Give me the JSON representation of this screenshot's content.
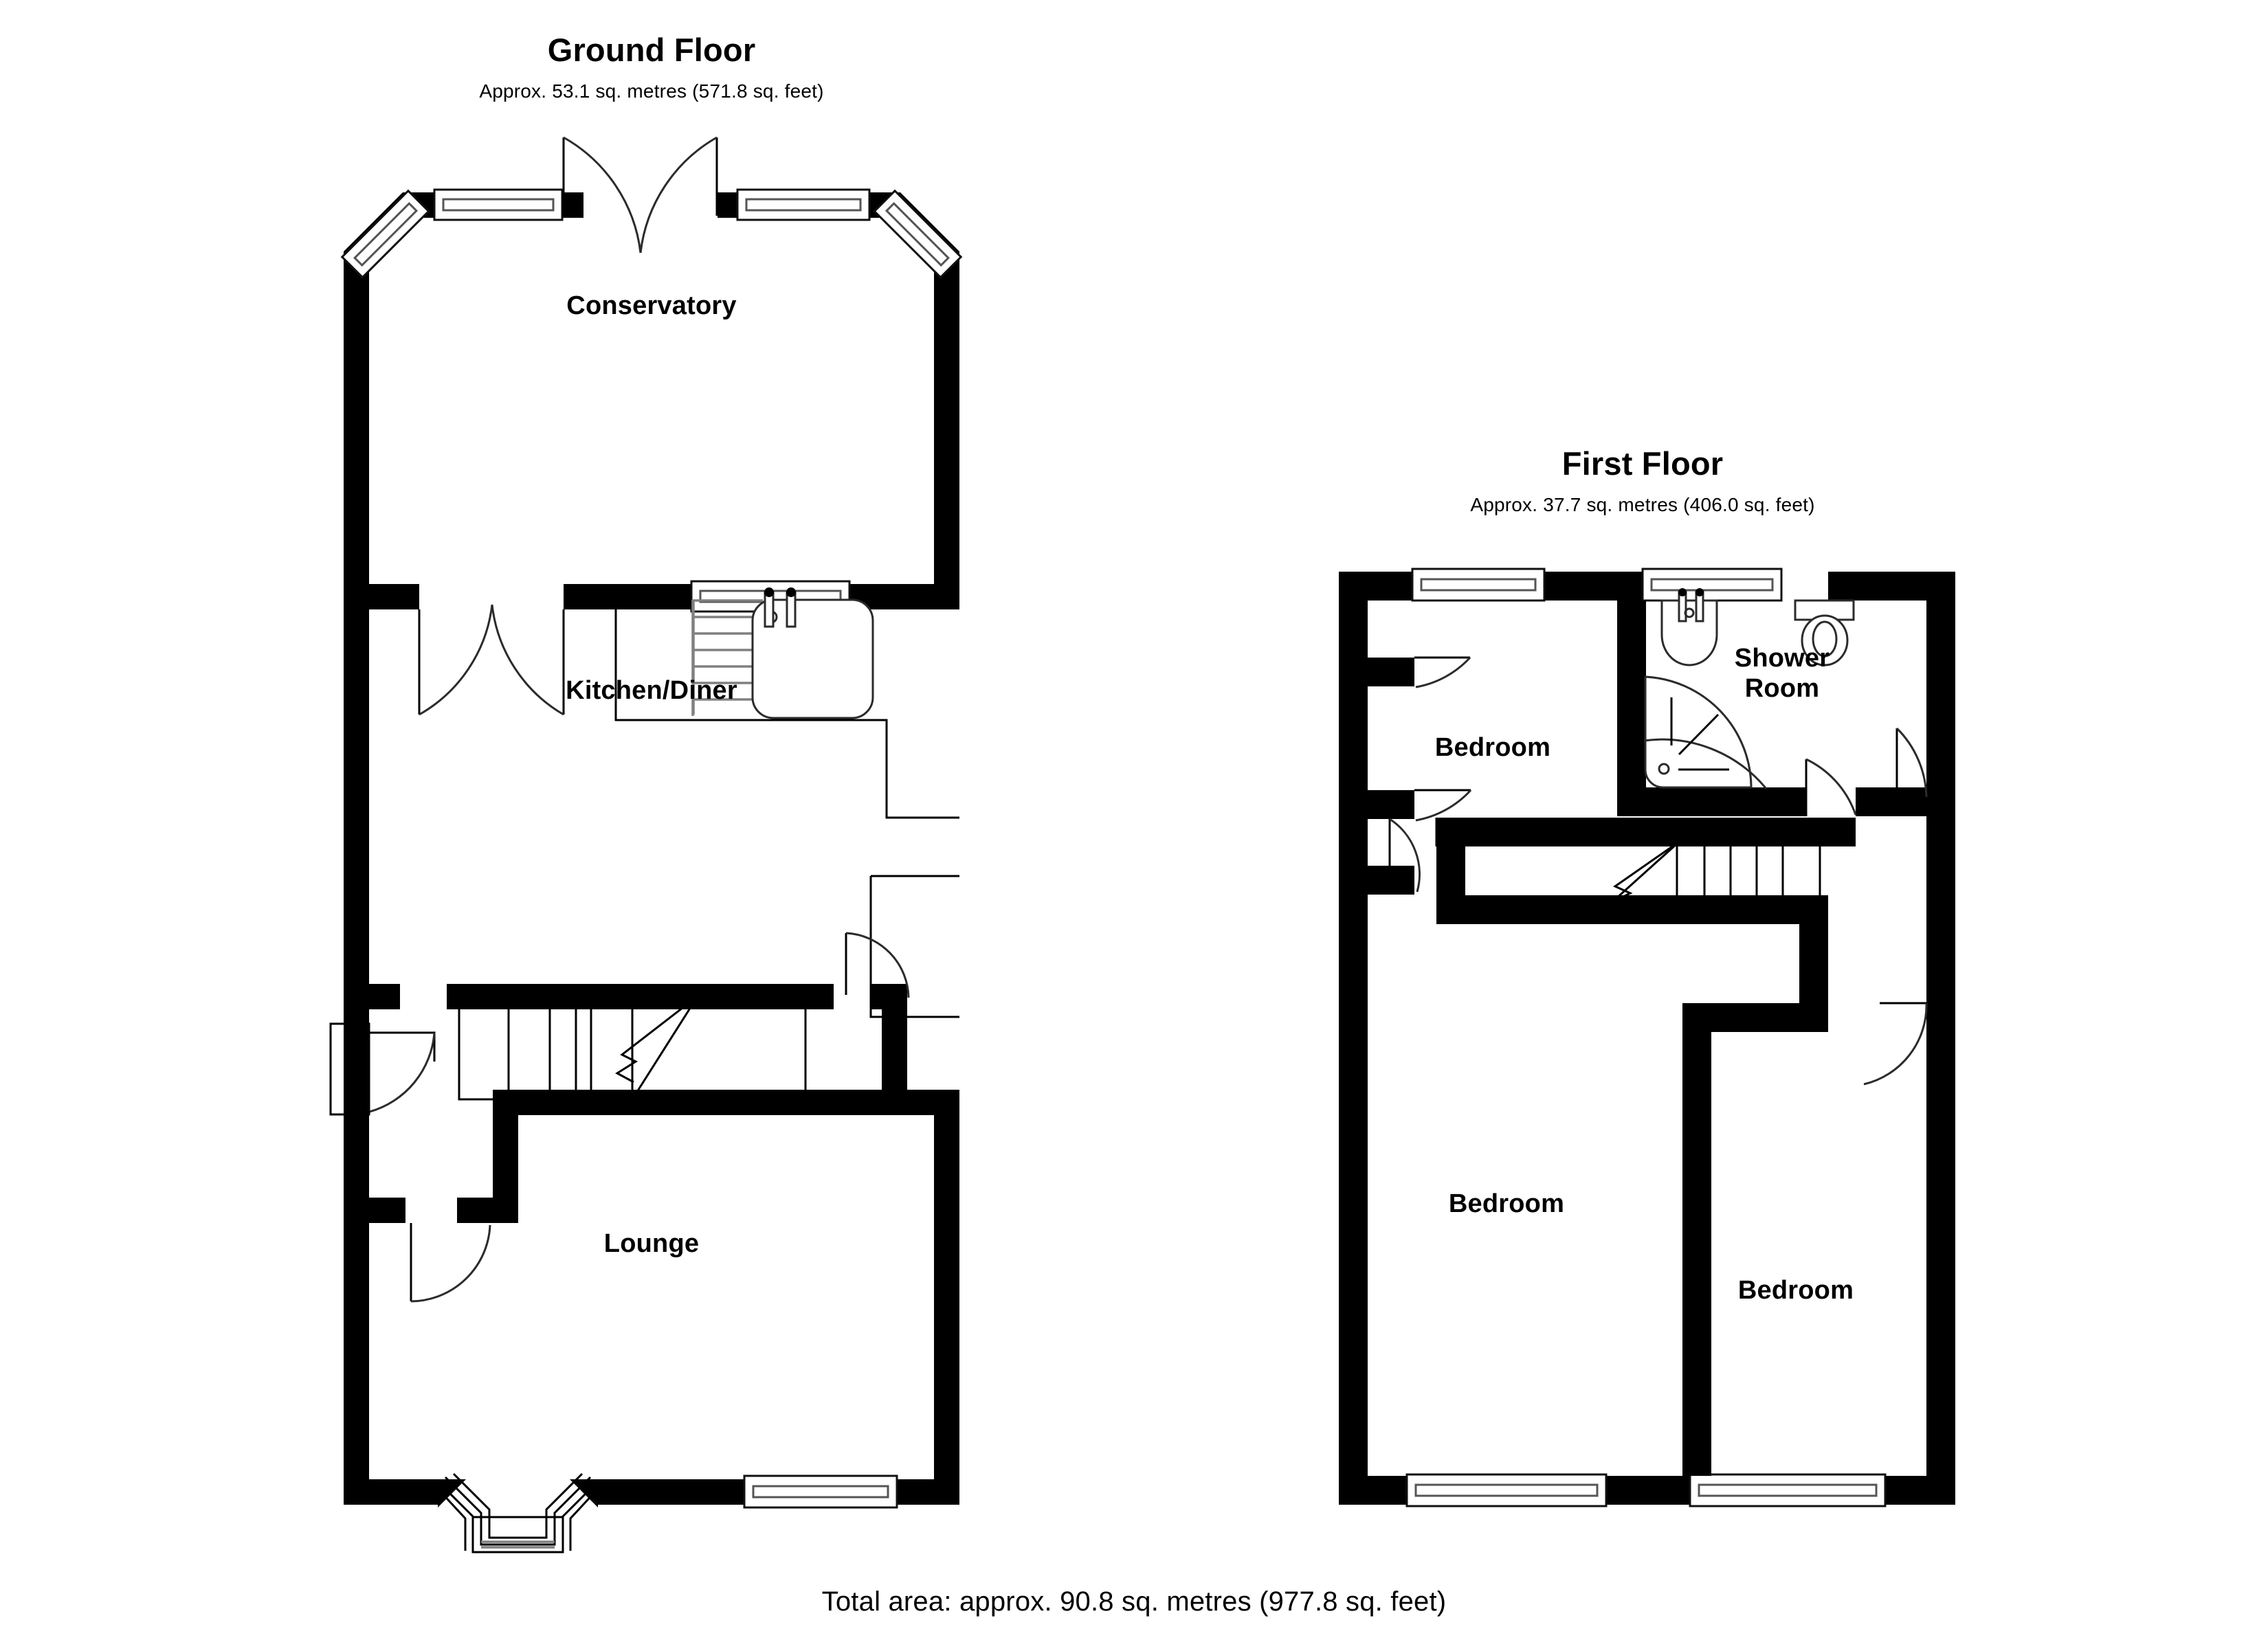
{
  "document": {
    "type": "floor-plan",
    "total_area_text": "Total area: approx. 90.8 sq. metres (977.8 sq. feet)"
  },
  "floors": [
    {
      "id": "ground-floor",
      "title": "Ground Floor",
      "area_text": "Approx. 53.1 sq. metres (571.8 sq. feet)",
      "area_sq_metres": "53.1",
      "area_sq_feet": "571.8",
      "rooms": [
        {
          "id": "conservatory",
          "label": "Conservatory"
        },
        {
          "id": "kitchen-diner",
          "label": "Kitchen/Diner"
        },
        {
          "id": "lounge",
          "label": "Lounge"
        }
      ],
      "features": [
        "french-doors",
        "bay-window",
        "angled-corner-windows",
        "kitchen-sink",
        "drainer-board",
        "staircase-up",
        "front-door"
      ]
    },
    {
      "id": "first-floor",
      "title": "First Floor",
      "area_text": "Approx. 37.7 sq. metres (406.0 sq. feet)",
      "area_sq_metres": "37.7",
      "area_sq_feet": "406.0",
      "rooms": [
        {
          "id": "bedroom-1",
          "label": "Bedroom"
        },
        {
          "id": "shower-room",
          "label_line1": "Shower",
          "label_line2": "Room"
        },
        {
          "id": "bedroom-2",
          "label": "Bedroom"
        },
        {
          "id": "bedroom-3",
          "label": "Bedroom"
        }
      ],
      "features": [
        "wash-basin",
        "toilet",
        "corner-shower-quadrant",
        "staircase-down",
        "landing"
      ]
    }
  ],
  "colors": {
    "wall": "#000000",
    "background": "#ffffff",
    "fixture_stroke": "#2b2b2b",
    "window_pane": "#555555"
  }
}
